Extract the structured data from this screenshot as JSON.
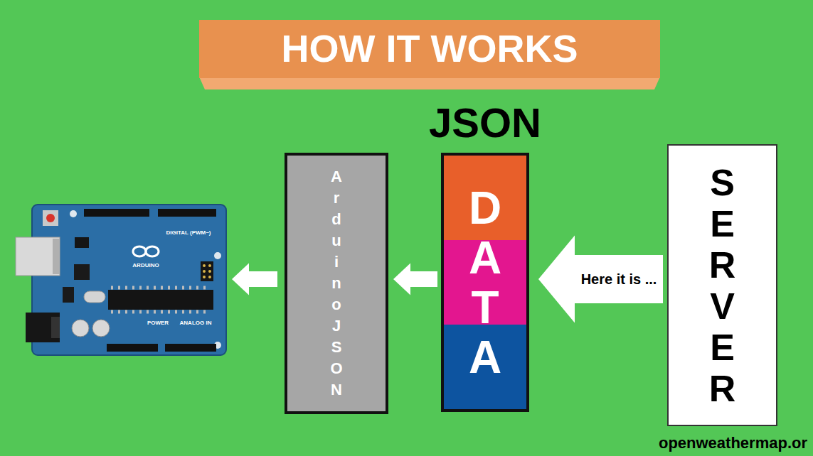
{
  "diagram": {
    "title": "HOW IT WORKS",
    "nodes": [
      {
        "text": [
          "DIGITAL (PWM~)",
          "ARDUINO",
          "POWER",
          "ANALOG IN"
        ]
      },
      {
        "text": [
          "ArduinoJSON"
        ]
      },
      {
        "text": [
          "JSON",
          "DATA"
        ]
      },
      {
        "text": [
          "SERVER"
        ]
      }
    ],
    "edges": [
      {
        "from": 3,
        "to": 2,
        "arrow": "to",
        "label": "Here it is ..."
      },
      {
        "from": 2,
        "to": 1,
        "arrow": "to"
      },
      {
        "from": 1,
        "to": 0,
        "arrow": "to"
      }
    ],
    "labels": [
      "openweathermap.or"
    ]
  }
}
